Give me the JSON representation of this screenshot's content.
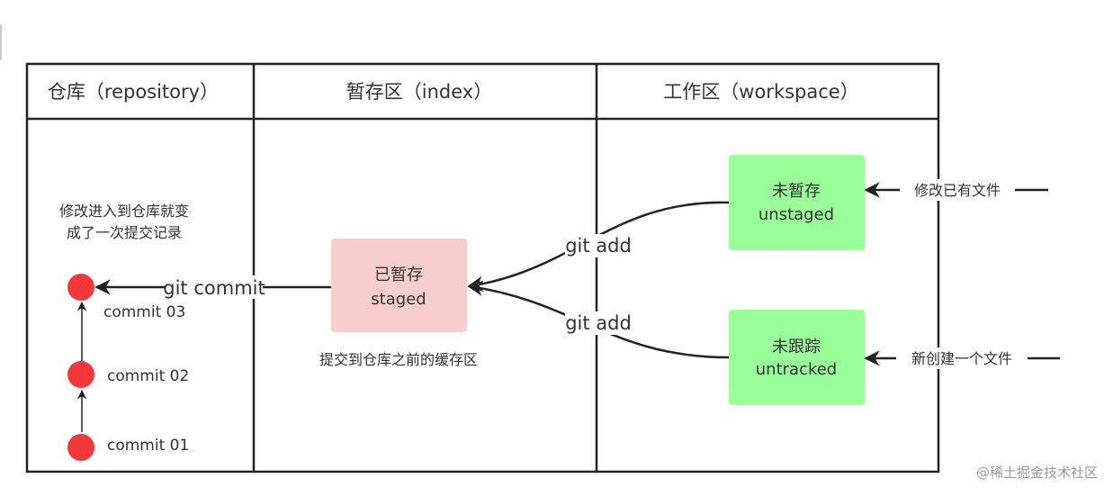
{
  "columns": {
    "repository": {
      "title": "仓库（repository）"
    },
    "index": {
      "title": "暂存区（index）"
    },
    "workspace": {
      "title": "工作区（workspace）"
    }
  },
  "repository": {
    "note_line1": "修改进入到仓库就变",
    "note_line2": "成了一次提交记录",
    "commits": [
      {
        "label": "commit  03"
      },
      {
        "label": "commit  02"
      },
      {
        "label": "commit  01"
      }
    ]
  },
  "index": {
    "box": {
      "title": "已暂存",
      "subtitle": "staged"
    },
    "caption": "提交到仓库之前的缓存区"
  },
  "workspace": {
    "unstaged": {
      "title": "未暂存",
      "subtitle": "unstaged"
    },
    "untracked": {
      "title": "未跟踪",
      "subtitle": "untracked"
    }
  },
  "edges": {
    "git_commit": "git commit",
    "git_add_top": "git add",
    "git_add_bottom": "git add",
    "modify_existing": "修改已有文件",
    "create_new": "新创建一个文件"
  },
  "watermark": "@稀土掘金技术社区",
  "colors": {
    "commit_dot": "#f2383b",
    "staged_box": "#f8cecc",
    "workspace_box": "#99ff99",
    "line": "#222222"
  }
}
